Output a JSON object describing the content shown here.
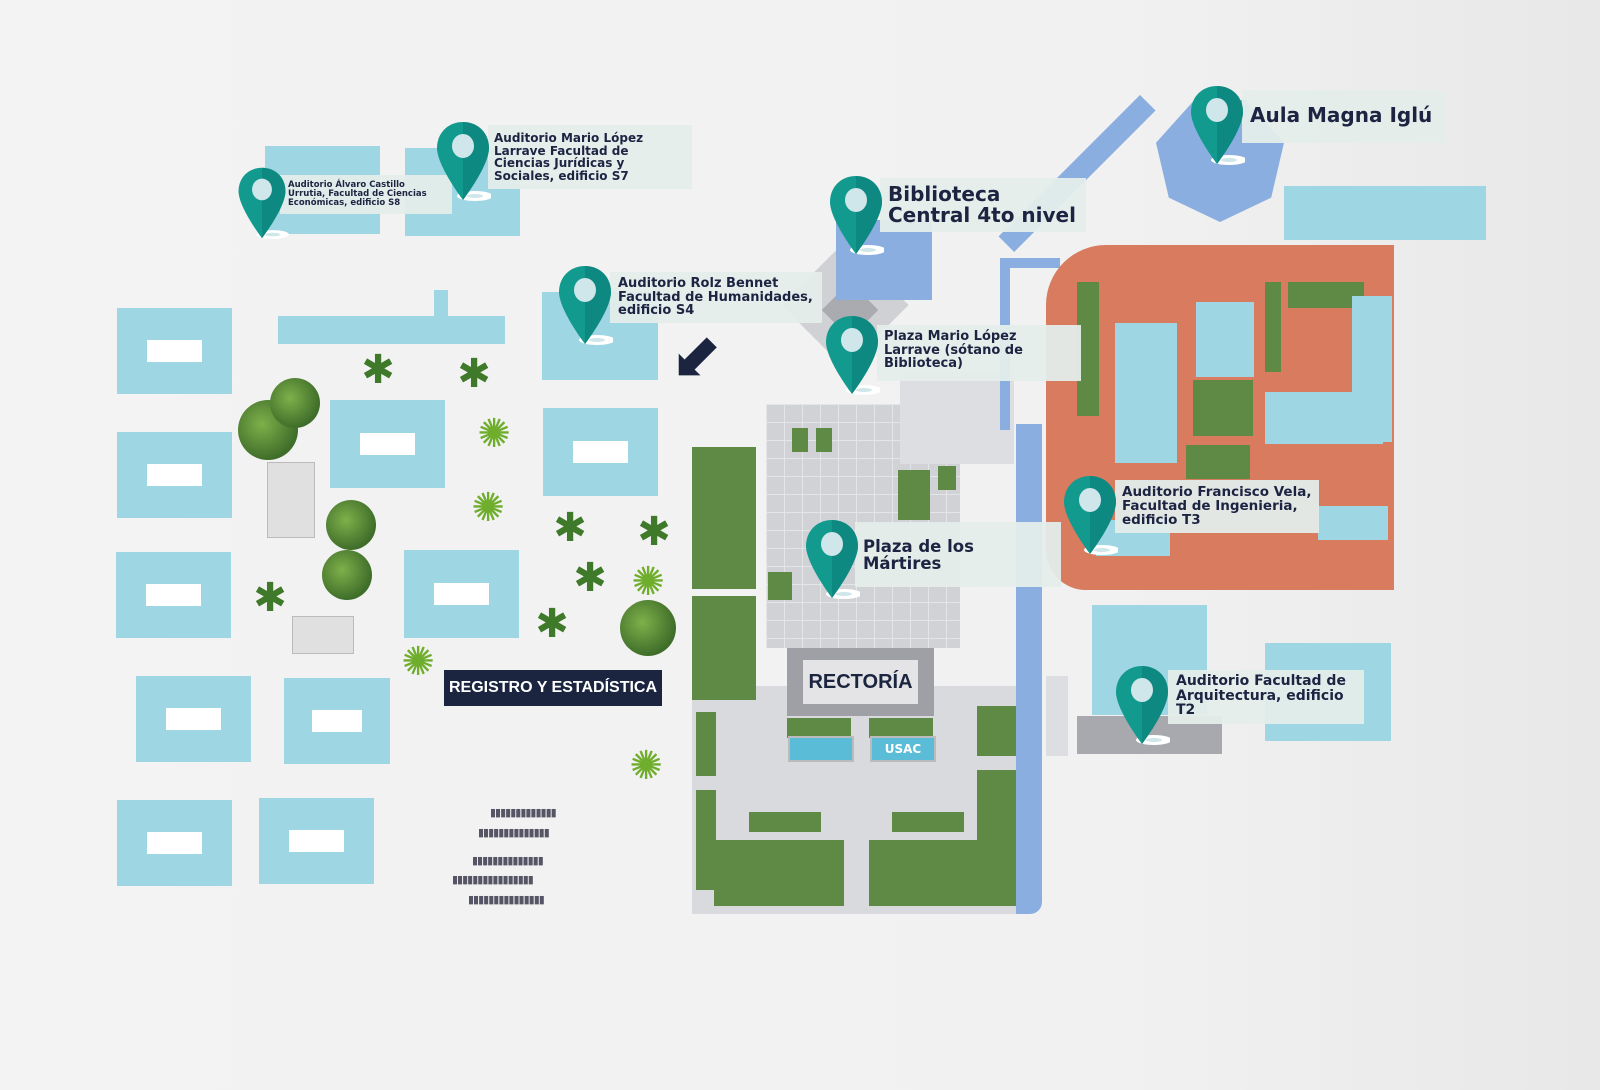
{
  "markers": [
    {
      "id": "s8",
      "label": "Auditorio Álvaro Castillo Urrutia, Facultad de Ciencias Económicas, edificio S8"
    },
    {
      "id": "s7",
      "label": "Auditorio Mario López Larrave Facultad de Ciencias Jurídicas y Sociales, edificio S7"
    },
    {
      "id": "s4",
      "label": "Auditorio Rolz Bennet Facultad de Humanidades, edificio S4"
    },
    {
      "id": "biblioteca",
      "label": "Biblioteca Central 4to nivel"
    },
    {
      "id": "plaza_mll",
      "label": "Plaza Mario López Larrave (sótano de Biblioteca)"
    },
    {
      "id": "martires",
      "label": "Plaza de los Mártires"
    },
    {
      "id": "t3",
      "label": "Auditorio Francisco Vela, Facultad de Ingenieria, edificio T3"
    },
    {
      "id": "t2",
      "label": "Auditorio Facultad de Arquitectura, edificio T2"
    },
    {
      "id": "aula_magna",
      "label": "Aula Magna Iglú"
    }
  ],
  "buildings": {
    "registro": "REGISTRO Y ESTADÍSTICA",
    "rectoria": "RECTORÍA",
    "usac_sign": "USAC"
  },
  "colors": {
    "pin": "#129a8e",
    "building": "#9fd6e3",
    "green": "#5f8a45",
    "engineering": "#d87b5f",
    "path": "#8aaee0",
    "navy": "#1b2540"
  }
}
